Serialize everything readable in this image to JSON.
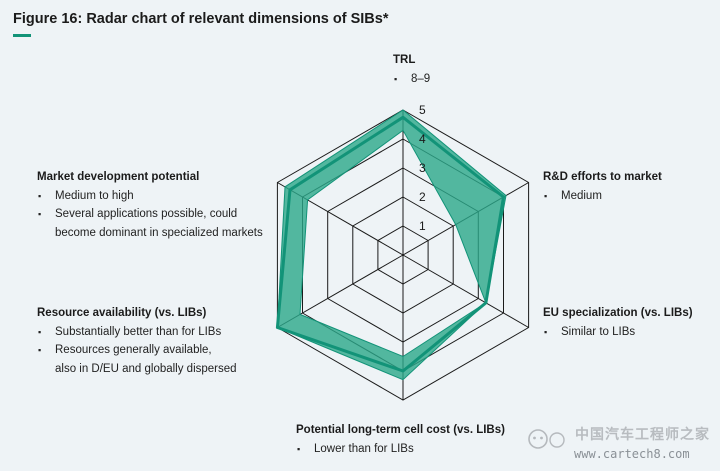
{
  "figure": {
    "title": "Figure 16: Radar chart of relevant dimensions of SIBs*"
  },
  "colors": {
    "accent": "#129378",
    "fill": "#2aa88a",
    "grid": "#1a1a1a"
  },
  "dimensions": [
    {
      "title": "TRL",
      "bullets": [
        "8–9"
      ]
    },
    {
      "title": "R&D efforts to market",
      "bullets": [
        "Medium"
      ]
    },
    {
      "title": "EU specialization (vs. LIBs)",
      "bullets": [
        "Similar to LIBs"
      ]
    },
    {
      "title": "Potential long-term cell cost (vs. LIBs)",
      "bullets": [
        "Lower than for LIBs"
      ]
    },
    {
      "title": "Resource availability (vs. LIBs)",
      "bullets": [
        "Substantially better than for LIBs",
        "Resources generally available, also in D/EU and globally dispersed"
      ]
    },
    {
      "title": "Market development potential",
      "bullets": [
        "Medium to high",
        "Several applications possible, could become dominant in specialized markets"
      ]
    }
  ],
  "chart_data": {
    "type": "radar",
    "title": "Figure 16: Radar chart of relevant dimensions of SIBs*",
    "axes": [
      "TRL",
      "R&D efforts to market",
      "EU specialization (vs. LIBs)",
      "Potential long-term cell cost (vs. LIBs)",
      "Resource availability (vs. LIBs)",
      "Market development potential"
    ],
    "scale": {
      "min": 0,
      "max": 5,
      "ticks": [
        "1",
        "2",
        "3",
        "4",
        "5"
      ]
    },
    "band": {
      "upper": [
        5.0,
        4.1,
        3.3,
        4.3,
        5.0,
        4.7
      ],
      "lower": [
        4.3,
        2.1,
        3.3,
        3.5,
        4.1,
        3.8
      ]
    },
    "series": [
      {
        "values": [
          4.75,
          4.0,
          3.3,
          4.0,
          5.0,
          4.5
        ]
      }
    ]
  },
  "watermark": {
    "line1": "中国汽车工程师之家",
    "line2": "www.cartech8.com"
  }
}
